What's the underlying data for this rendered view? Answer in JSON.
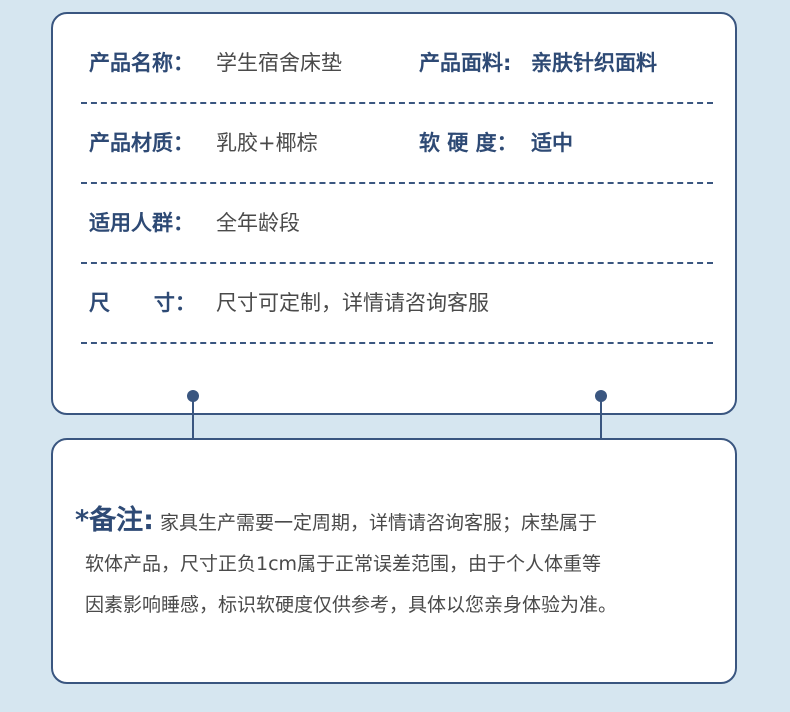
{
  "specs": [
    {
      "label": "产品名称：",
      "value": "学生宿舍床垫",
      "label2": "产品面料:",
      "value2": "亲肤针织面料"
    },
    {
      "label": "产品材质：",
      "value": "乳胶+椰棕",
      "label2": "软 硬 度：",
      "value2": "适中"
    },
    {
      "label": "适用人群：",
      "value": "全年龄段"
    },
    {
      "label": "尺      寸：",
      "value": "尺寸可定制，详情请咨询客服"
    }
  ],
  "note": {
    "label": "*备注:",
    "line1": "家具生产需要一定周期，详情请咨询客服；床垫属于",
    "line2": "软体产品，尺寸正负1cm属于正常误差范围，由于个人体重等",
    "line3": "因素影响睡感，标识软硬度仅供参考，具体以您亲身体验为准。"
  },
  "colors": {
    "accent": "#3a5680",
    "background": "#d6e6f0"
  }
}
